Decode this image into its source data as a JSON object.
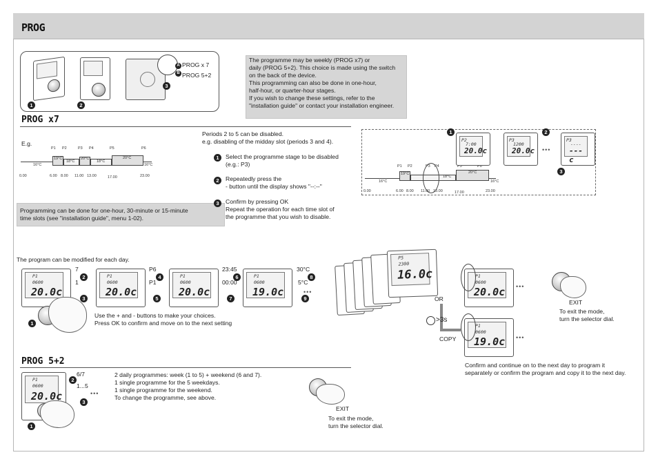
{
  "header": {
    "title": "PROG"
  },
  "intro": {
    "labels": {
      "a": "PROG x 7",
      "b": "PROG 5+2"
    },
    "text": [
      "The programme may be weekly  (PROG x7) or",
      "daily (PROG 5+2). This choice is made using the switch",
      "on the back of the device.",
      "This programming can also be done in one-hour,",
      "half-hour, or quarter-hour stages.",
      "If you wish to change these settings, refer to the",
      "\"installation guide\" or contact your installation engineer."
    ]
  },
  "progx7": {
    "title": "PROG x7",
    "eg": "E.g.",
    "periods": [
      "P1",
      "P2",
      "P3",
      "P4",
      "P5",
      "P6"
    ],
    "temps": [
      "16°C",
      "19°C",
      "18°C",
      "20°C",
      "18°C",
      "20°C",
      "16°C"
    ],
    "times": [
      "0.00",
      "6.00",
      "8.00",
      "11.00",
      "13.00",
      "17.00",
      "23.00"
    ],
    "grey_note": [
      "Programming can be done for one-hour, 30-minute or 15-minute",
      "time slots (see \"installation guide\", menu 1-02)."
    ],
    "disable_intro": [
      "Periods 2 to 5 can be disabled.",
      "e.g. disabling of the midday slot (periods 3 and 4)."
    ],
    "steps": [
      [
        "Select the programme stage to be disabled",
        "(e.g.: P3)"
      ],
      [
        "Repeatedly press the",
        "- button until the display shows \"--:--\""
      ],
      [
        "Confirm by pressing OK",
        "Repeat the operation for each time slot of",
        "the programme that you wish to disable."
      ]
    ],
    "right_timeline": {
      "periods": [
        "P1",
        "P2",
        "P3",
        "P4",
        "P5",
        "P6"
      ],
      "temps": [
        "16°C",
        "19°C",
        "18°C",
        "20°C",
        "16°C"
      ],
      "times": [
        "0.00",
        "6.00",
        "8.00",
        "11.00",
        "13.00",
        "17.00",
        "23.00"
      ]
    },
    "right_lcd": [
      {
        "small": "P2",
        "time": "7:00",
        "big": "20.0c"
      },
      {
        "small": "P3",
        "time": "1200",
        "big": "20.0c"
      },
      {
        "small": "P3",
        "time": "----",
        "big": "---c"
      }
    ],
    "modify_text": "The program can be modified for each day.",
    "seq_labels": {
      "d1": [
        "7",
        "1"
      ],
      "d2": [
        "P6",
        "P1"
      ],
      "d3": [
        "23:45",
        "00:00"
      ],
      "d4": [
        "30°C",
        "5°C"
      ]
    },
    "seq_lcd": [
      {
        "small": "P1",
        "time": "0600",
        "big": "20.0c"
      },
      {
        "small": "P1",
        "time": "0600",
        "big": "20.0c"
      },
      {
        "small": "P1",
        "time": "0600",
        "big": "20.0c"
      },
      {
        "small": "P1",
        "time": "0600",
        "big": "19.0c"
      },
      {
        "small": "P5",
        "time": "2300",
        "big": "16.0c"
      },
      {
        "small": "P1",
        "time": "0600",
        "big": "20.0c"
      },
      {
        "small": "P1",
        "time": "0600",
        "big": "19.0c"
      }
    ],
    "choice_text": [
      "Use the + and - buttons to make your choices.",
      "Press OK to confirm and move on to the next setting"
    ],
    "or": "OR",
    "copy": "COPY",
    "hold": ">3s",
    "exit_label": "EXIT",
    "exit_text": [
      "To exit the mode,",
      "turn the selector dial."
    ],
    "copy_text": [
      "Confirm and continue on to the next day to program it",
      "separately or confirm the program and copy it to the next day."
    ]
  },
  "prog52": {
    "title": "PROG 5+2",
    "labels": [
      "6/7",
      "1...5"
    ],
    "lcd": {
      "small": "P1",
      "time": "0600",
      "big": "20.0c"
    },
    "text": [
      "2 daily programmes: week (1 to 5) + weekend (6 and 7).",
      "1 single programme for the 5 weekdays.",
      "1 single programme for the weekend.",
      "To change the programme, see above."
    ],
    "exit_label": "EXIT",
    "exit_text": [
      "To exit the mode,",
      "turn the selector dial."
    ]
  }
}
